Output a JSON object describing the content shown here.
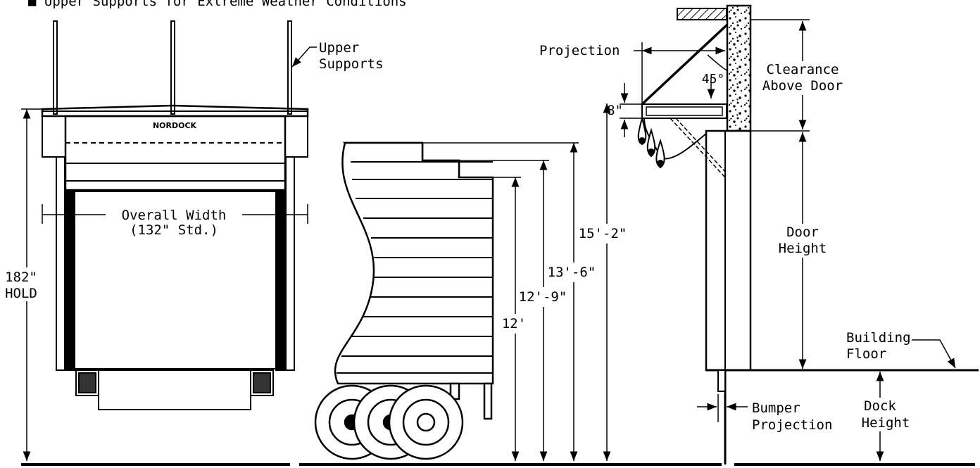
{
  "header_note": "■ Upper Supports for Extreme Weather Conditions",
  "front_view": {
    "upper_supports_label": [
      "Upper",
      "Supports"
    ],
    "brand_logo": "NORDOCK",
    "overall_width_label": "Overall Width",
    "overall_width_std": "(132\" Std.)",
    "hold_height": "182\"",
    "hold_label": "HOLD"
  },
  "truck_view": {
    "dim_15_2": "15'-2\"",
    "dim_13_6": "13'-6\"",
    "dim_12_9": "12'-9\"",
    "dim_12": "12'"
  },
  "side_view": {
    "projection_label": "Projection",
    "angle_label": "45°",
    "dim_8": "8\"",
    "clearance_label": [
      "Clearance",
      "Above Door"
    ],
    "door_height_label": [
      "Door",
      "Height"
    ],
    "building_floor_label": [
      "Building",
      "Floor"
    ],
    "bumper_projection_label": [
      "Bumper",
      "Projection"
    ],
    "dock_height_label": [
      "Dock",
      "Height"
    ]
  }
}
